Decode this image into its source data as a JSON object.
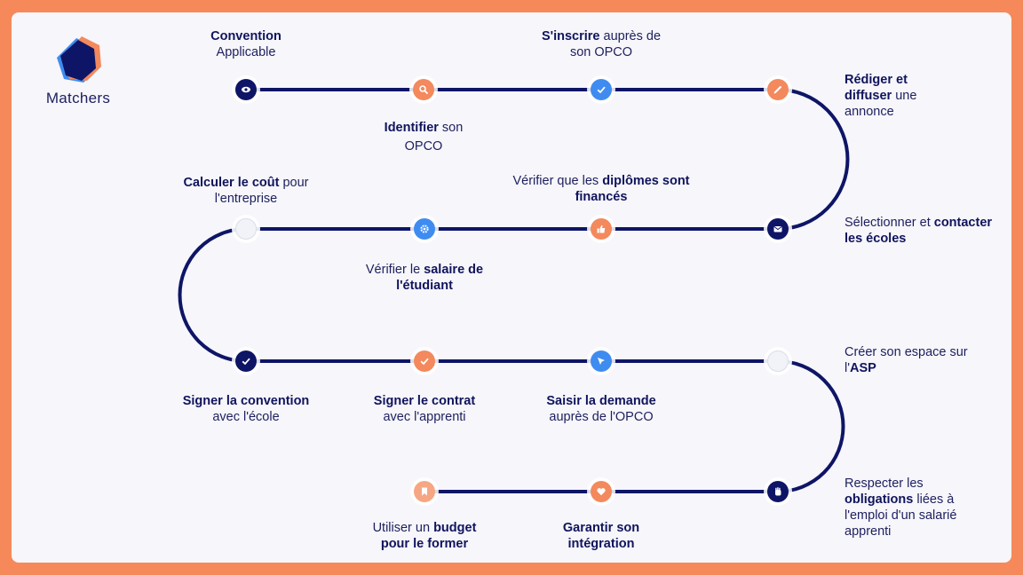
{
  "brand": {
    "name": "Matchers"
  },
  "steps": [
    {
      "id": "convention",
      "bold": "Convention",
      "text": "Applicable",
      "icon": "eye-icon"
    },
    {
      "id": "identifier",
      "bold": "Identifier",
      "text": " son OPCO",
      "icon": "search-icon"
    },
    {
      "id": "inscrire",
      "bold": "S'inscrire",
      "text": " auprès de son OPCO",
      "icon": "check-icon"
    },
    {
      "id": "rediger",
      "bold": "Rédiger et diffuser",
      "text": " une annonce",
      "icon": "pencil-icon"
    },
    {
      "id": "selectionner",
      "pre": "Sélectionner et ",
      "bold": "contacter les écoles",
      "icon": "mail-icon"
    },
    {
      "id": "diplomes",
      "pre": "Vérifier que les ",
      "bold": "diplômes sont financés",
      "icon": "thumbs-up-icon"
    },
    {
      "id": "salaire",
      "pre": "Vérifier le ",
      "bold": "salaire de l'étudiant",
      "icon": "gear-icon"
    },
    {
      "id": "cout",
      "bold": "Calculer le coût",
      "text": " pour l'entreprise",
      "icon": "empty-node"
    },
    {
      "id": "signer-convention",
      "bold": "Signer la convention",
      "text": " avec l'école",
      "icon": "check-icon"
    },
    {
      "id": "signer-contrat",
      "bold": "Signer le contrat",
      "text": " avec l'apprenti",
      "icon": "check-icon"
    },
    {
      "id": "saisir",
      "bold": "Saisir la demande",
      "text": " auprès de l'OPCO",
      "icon": "cursor-icon"
    },
    {
      "id": "asp",
      "pre": "Créer son espace sur l'",
      "bold": "ASP",
      "icon": "empty-node"
    },
    {
      "id": "obligations",
      "pre": "Respecter les ",
      "bold": "obligations",
      "text": " liées à l'emploi d'un salarié apprenti",
      "icon": "hand-icon"
    },
    {
      "id": "integration",
      "bold": "Garantir son intégration",
      "icon": "heart-icon"
    },
    {
      "id": "budget",
      "pre": "Utiliser un ",
      "bold": "budget pour le former",
      "icon": "bookmark-icon"
    }
  ],
  "colors": {
    "navy": "#0e1566",
    "orange": "#f3895d",
    "blue": "#3f8cf0",
    "background": "#f6895a"
  }
}
